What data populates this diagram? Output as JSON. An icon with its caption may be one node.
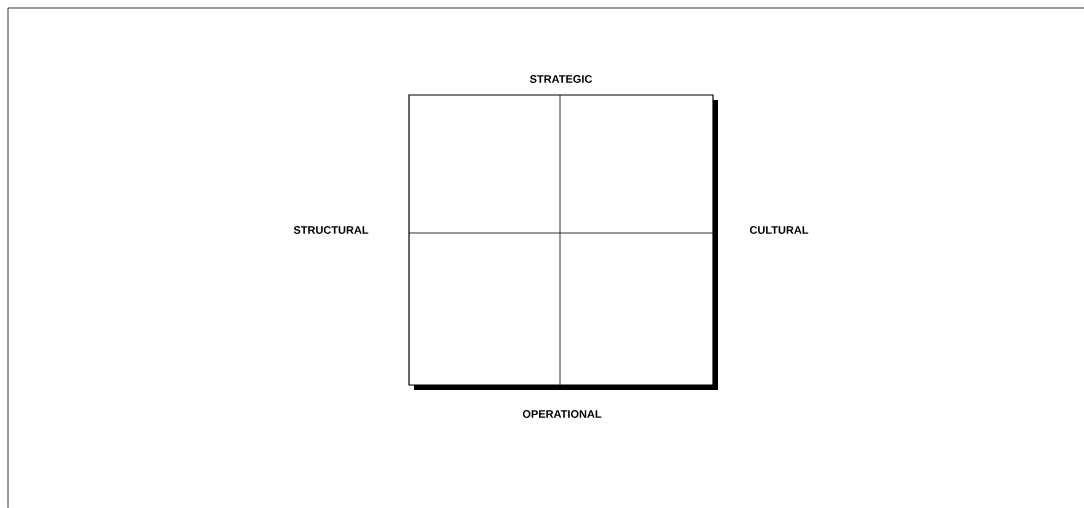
{
  "diagram": {
    "labels": [
      "STRATEGIC",
      "STRUCTURAL",
      "CULTURAL",
      "OPERATIONAL"
    ]
  }
}
